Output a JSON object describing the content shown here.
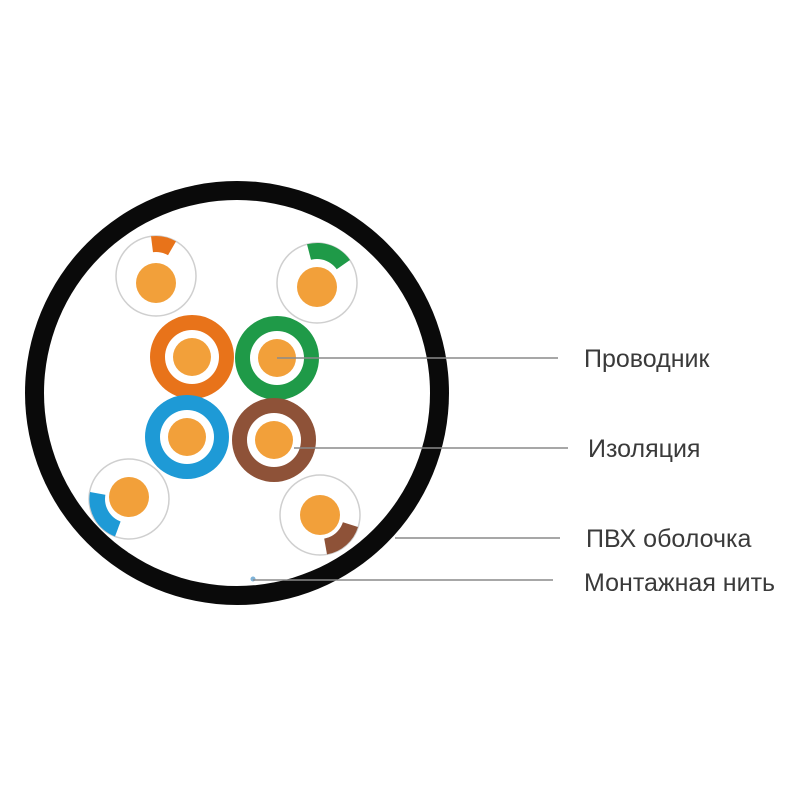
{
  "labels": {
    "conductor": "Проводник",
    "insulation": "Изоляция",
    "sheath": "ПВХ оболочка",
    "thread": "Монтажная нить"
  },
  "colors": {
    "sheath": "#0a0a0a",
    "background": "#ffffff",
    "conductor_copper": "#f2a03a",
    "pair_orange": "#e8731a",
    "pair_green": "#1f9a48",
    "pair_blue": "#1e9ad6",
    "pair_brown": "#8e5238",
    "leader_line": "#8a8a8a",
    "label_text": "#3a3a3a"
  },
  "pairs": [
    {
      "color_name": "orange",
      "solid_wire_color": "#e8731a",
      "stripe_wire_color": "#e8731a"
    },
    {
      "color_name": "green",
      "solid_wire_color": "#1f9a48",
      "stripe_wire_color": "#1f9a48"
    },
    {
      "color_name": "blue",
      "solid_wire_color": "#1e9ad6",
      "stripe_wire_color": "#1e9ad6"
    },
    {
      "color_name": "brown",
      "solid_wire_color": "#8e5238",
      "stripe_wire_color": "#8e5238"
    }
  ]
}
